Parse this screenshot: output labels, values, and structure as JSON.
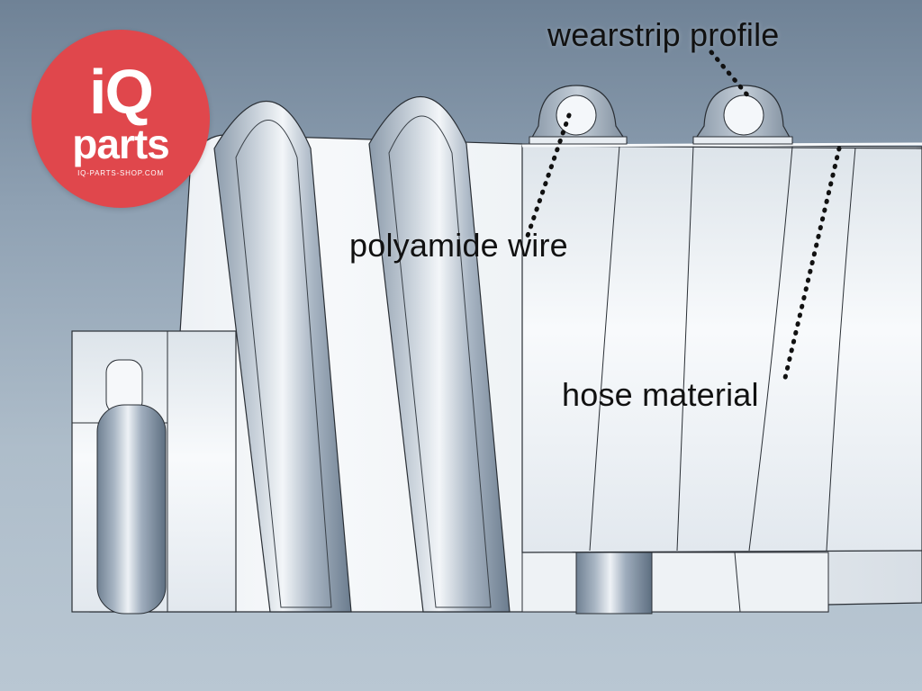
{
  "logo": {
    "brand_line1": "iQ",
    "brand_line2": "parts",
    "url": "IQ-PARTS-SHOP.COM",
    "color": "#e0474c"
  },
  "labels": {
    "wearstrip": "wearstrip profile",
    "polyamide": "polyamide wire",
    "hose": "hose material"
  },
  "colors": {
    "hose_light": "#f4f6f8",
    "hose_shade": "#c9d2db",
    "wire_dark": "#5e6f80",
    "wire_light": "#e9eef3",
    "background_top": "#6f8296",
    "background_bottom": "#b9c7d3"
  }
}
